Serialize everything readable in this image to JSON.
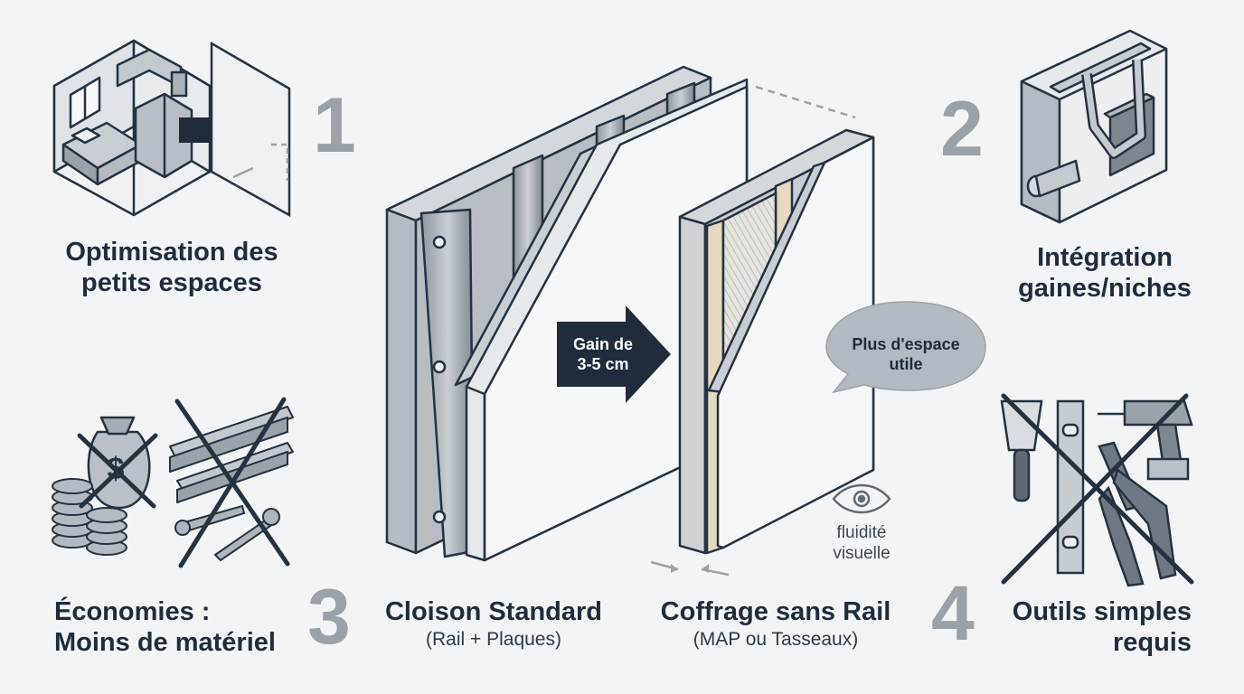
{
  "features": [
    {
      "number": "1",
      "label_lines": [
        "Optimisation des",
        "petits espaces"
      ]
    },
    {
      "number": "2",
      "label_lines": [
        "Intégration",
        "gaines/niches"
      ]
    },
    {
      "number": "3",
      "label_lines": [
        "Économies :",
        "Moins de matériel"
      ]
    },
    {
      "number": "4",
      "label_lines": [
        "Outils simples",
        "requis"
      ]
    }
  ],
  "standard": {
    "title": "Cloison Standard",
    "subtitle": "(Rail + Plaques)"
  },
  "coffrage": {
    "title": "Coffrage sans Rail",
    "subtitle": "(MAP ou Tasseaux)"
  },
  "gain_arrow": {
    "lines": [
      "Gain de",
      "3-5 cm"
    ]
  },
  "bubble": {
    "lines": [
      "Plus d'espace",
      "utile"
    ]
  },
  "eye_note": {
    "lines": [
      "fluidité",
      "visuelle"
    ],
    "icon": "eye-icon"
  },
  "colors": {
    "navy": "#1f2c3c",
    "grey_number": "#9aa1a8",
    "background": "#f3f4f5"
  }
}
